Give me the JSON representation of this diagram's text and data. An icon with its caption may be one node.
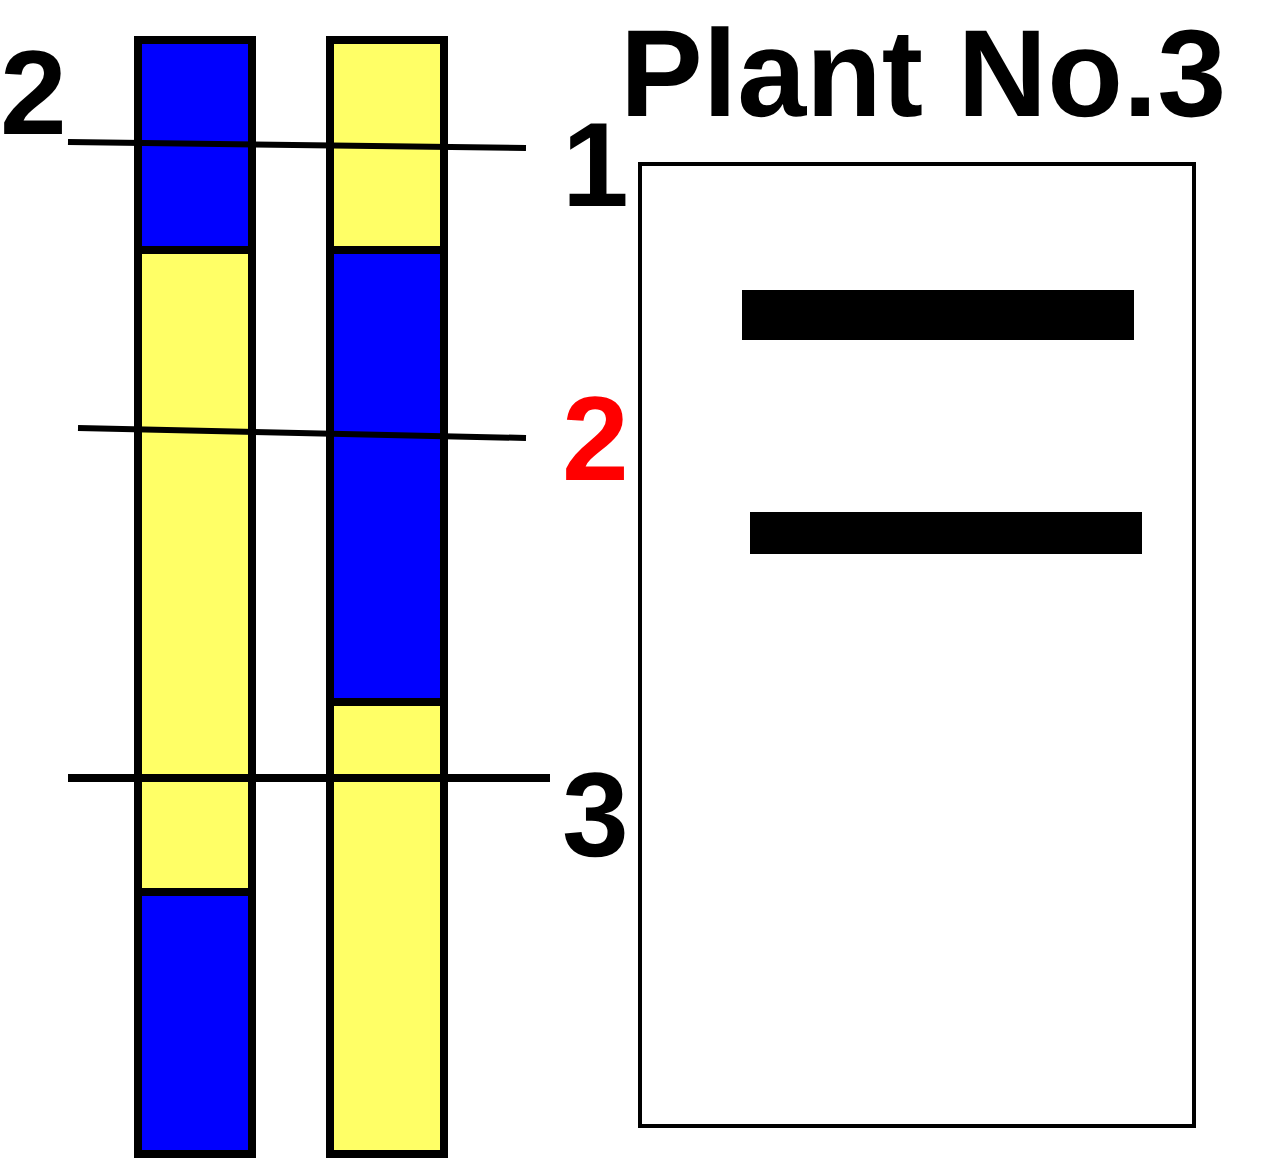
{
  "diagram": {
    "title": "Plant No.3",
    "labels": [
      "2",
      "1",
      "2",
      "3"
    ]
  }
}
